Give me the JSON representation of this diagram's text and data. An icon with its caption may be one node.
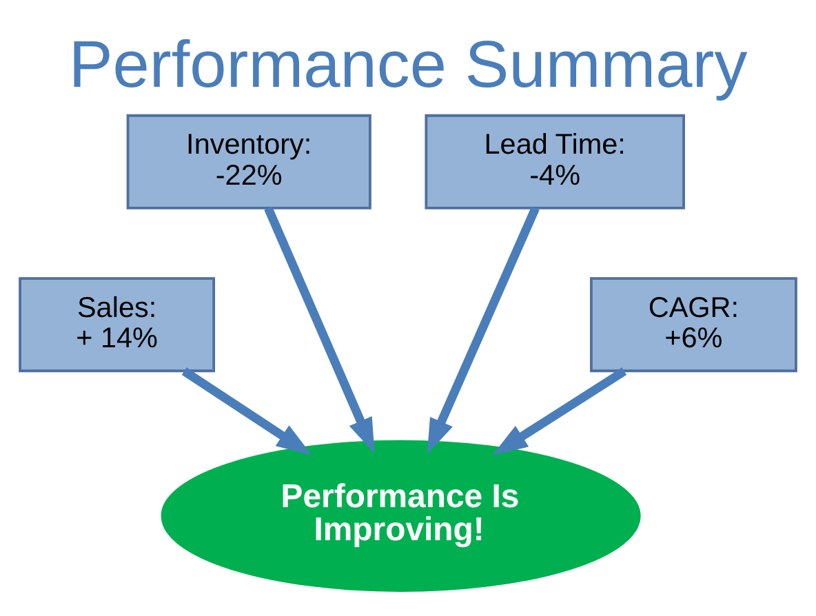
{
  "diagram": {
    "title": "Performance Summary",
    "nodes": [
      {
        "text": [
          "Sales:",
          "+ 14%"
        ]
      },
      {
        "text": [
          "Inventory:",
          "-22%"
        ]
      },
      {
        "text": [
          "Lead Time:",
          "-4%"
        ]
      },
      {
        "text": [
          "CAGR:",
          "+6%"
        ]
      },
      {
        "text": [
          "Performance Is Improving!"
        ]
      }
    ],
    "edges": [
      {
        "from": 0,
        "to": 4,
        "arrow": "to"
      },
      {
        "from": 1,
        "to": 4,
        "arrow": "to"
      },
      {
        "from": 2,
        "to": 4,
        "arrow": "to"
      },
      {
        "from": 3,
        "to": 4,
        "arrow": "to"
      }
    ]
  }
}
